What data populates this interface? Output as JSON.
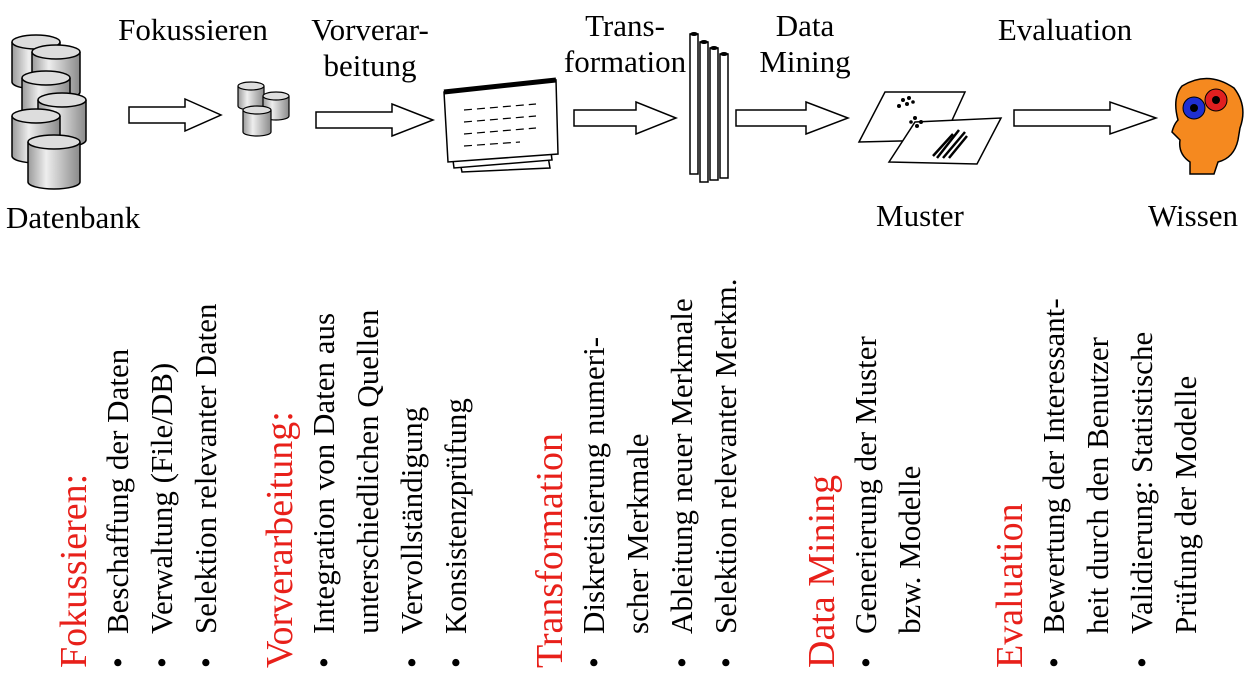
{
  "steps": {
    "fokussieren": "Fokussieren",
    "vorverarbeitung": [
      "Vorverar-",
      "beitung"
    ],
    "transformation": [
      "Trans-",
      "formation"
    ],
    "datamining": [
      "Data",
      "Mining"
    ],
    "evaluation": "Evaluation"
  },
  "nodes": {
    "datenbank": "Datenbank",
    "muster": "Muster",
    "wissen": "Wissen"
  },
  "details": [
    {
      "heading": "Fokussieren:",
      "lines": [
        {
          "bullet": true,
          "text": "Beschaffung der Daten"
        },
        {
          "bullet": true,
          "text": "Verwaltung (File/DB)"
        },
        {
          "bullet": true,
          "text": "Selektion relevanter Daten"
        }
      ]
    },
    {
      "heading": "Vorverarbeitung:",
      "lines": [
        {
          "bullet": true,
          "text": "Integration von Daten aus"
        },
        {
          "bullet": false,
          "text": "unterschiedlichen Quellen"
        },
        {
          "bullet": true,
          "text": "Vervollständigung"
        },
        {
          "bullet": true,
          "text": "Konsistenzprüfung"
        }
      ]
    },
    {
      "heading": "Transformation",
      "lines": [
        {
          "bullet": true,
          "text": "Diskretisierung numeri-"
        },
        {
          "bullet": false,
          "text": "scher Merkmale"
        },
        {
          "bullet": true,
          "text": "Ableitung neuer Merkmale"
        },
        {
          "bullet": true,
          "text": "Selektion relevanter Merkm."
        }
      ]
    },
    {
      "heading": "Data Mining",
      "lines": [
        {
          "bullet": true,
          "text": "Generierung der Muster"
        },
        {
          "bullet": false,
          "text": "bzw. Modelle"
        }
      ]
    },
    {
      "heading": "Evaluation",
      "lines": [
        {
          "bullet": true,
          "text": "Bewertung der Interessant-"
        },
        {
          "bullet": false,
          "text": "heit durch den Benutzer"
        },
        {
          "bullet": true,
          "text": "Validierung: Statistische"
        },
        {
          "bullet": false,
          "text": "Prüfung der Modelle"
        }
      ]
    }
  ],
  "colors": {
    "heading": "#e8201a",
    "head_face": "#f5891f",
    "gear_blue": "#1f2fd1",
    "gear_red": "#e02020"
  }
}
